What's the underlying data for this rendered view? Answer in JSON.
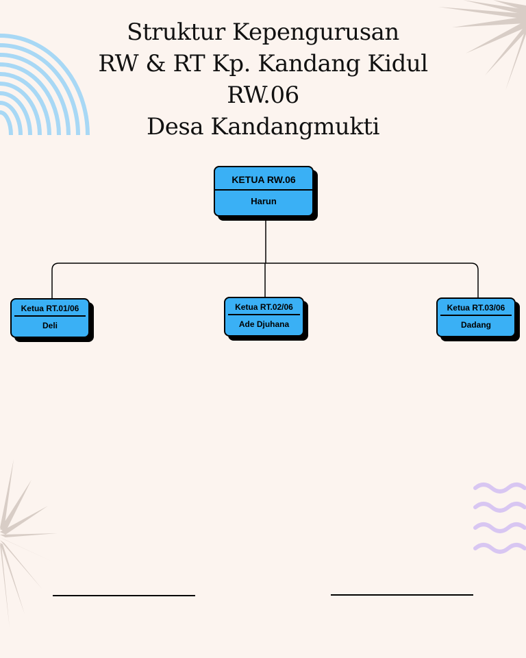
{
  "title": {
    "line1": "Struktur Kepengurusan",
    "line2": "RW & RT Kp. Kandang Kidul",
    "line3": "RW.06",
    "line4": "Desa Kandangmukti"
  },
  "org_chart": {
    "root": {
      "role": "KETUA RW.06",
      "name": "Harun"
    },
    "children": [
      {
        "role": "Ketua RT.01/06",
        "name": "Deli"
      },
      {
        "role": "Ketua RT.02/06",
        "name": "Ade Djuhana"
      },
      {
        "role": "Ketua RT.03/06",
        "name": "Dadang"
      }
    ]
  },
  "colors": {
    "background": "#fcf4ef",
    "node_fill": "#3ab0f5",
    "arc_blue": "#a8d8f5",
    "starburst": "#d8cdc6",
    "wave_purple": "#d8c6f2"
  }
}
